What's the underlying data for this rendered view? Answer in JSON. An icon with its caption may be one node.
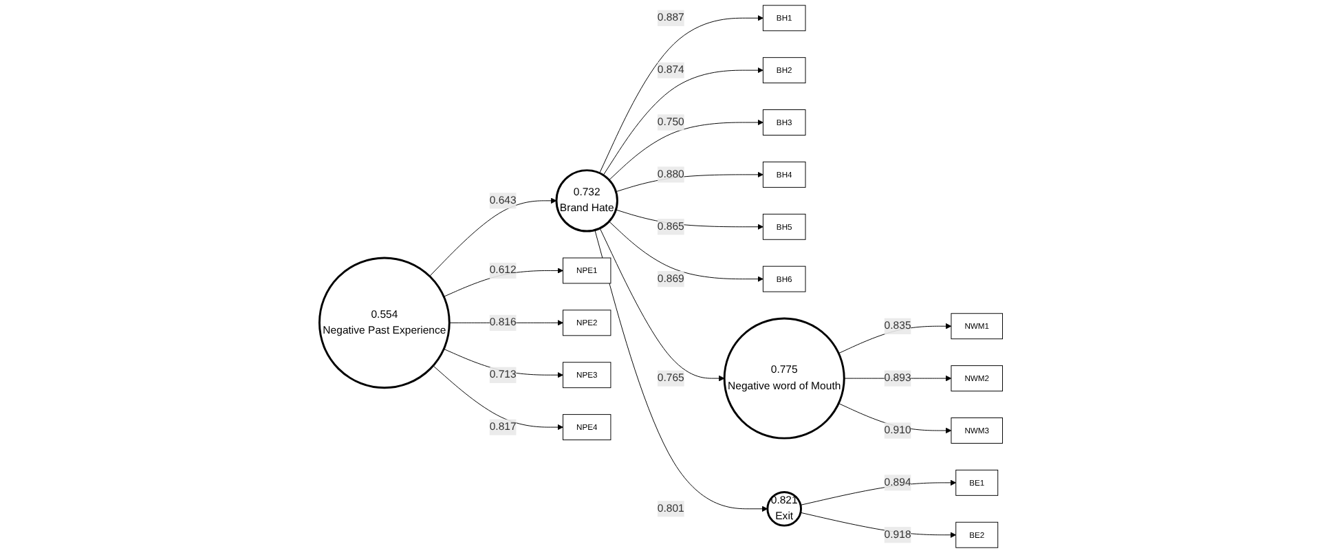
{
  "diagram": {
    "nodes": [
      {
        "text": [
          "BH1"
        ]
      },
      {
        "text": [
          "BH2"
        ]
      },
      {
        "text": [
          "BH3"
        ]
      },
      {
        "text": [
          "BH4"
        ]
      },
      {
        "text": [
          "BH5"
        ]
      },
      {
        "text": [
          "BH6"
        ]
      },
      {
        "text": [
          "NPE1"
        ]
      },
      {
        "text": [
          "NPE2"
        ]
      },
      {
        "text": [
          "NPE3"
        ]
      },
      {
        "text": [
          "NPE4"
        ]
      },
      {
        "text": [
          "0.554",
          "Negative Past Experience"
        ]
      },
      {
        "text": [
          "0.732",
          "Brand Hate"
        ]
      },
      {
        "text": [
          "0.775",
          "Negative word of Mouth"
        ]
      },
      {
        "text": [
          "NWM1"
        ]
      },
      {
        "text": [
          "NWM2"
        ]
      },
      {
        "text": [
          "NWM3"
        ]
      },
      {
        "text": [
          "0.821",
          "Exit"
        ]
      },
      {
        "text": [
          "BE1"
        ]
      },
      {
        "text": [
          "BE2"
        ]
      }
    ],
    "edges": [
      {
        "from": 10,
        "to": 6,
        "arrow": "to",
        "label": "0.612"
      },
      {
        "from": 10,
        "to": 7,
        "arrow": "to",
        "label": "0.816"
      },
      {
        "from": 10,
        "to": 8,
        "arrow": "to",
        "label": "0.713"
      },
      {
        "from": 10,
        "to": 9,
        "arrow": "to",
        "label": "0.817"
      },
      {
        "from": 10,
        "to": 11,
        "arrow": "to",
        "label": "0.643"
      },
      {
        "from": 11,
        "to": 0,
        "arrow": "to",
        "label": "0.887"
      },
      {
        "from": 11,
        "to": 1,
        "arrow": "to",
        "label": "0.874"
      },
      {
        "from": 11,
        "to": 2,
        "arrow": "to",
        "label": "0.750"
      },
      {
        "from": 11,
        "to": 3,
        "arrow": "to",
        "label": "0.880"
      },
      {
        "from": 11,
        "to": 4,
        "arrow": "to",
        "label": "0.865"
      },
      {
        "from": 11,
        "to": 5,
        "arrow": "to",
        "label": "0.869"
      },
      {
        "from": 11,
        "to": 12,
        "arrow": "to",
        "label": "0.765"
      },
      {
        "from": 11,
        "to": 16,
        "arrow": "to",
        "label": "0.801"
      },
      {
        "from": 12,
        "to": 13,
        "arrow": "to",
        "label": "0.835"
      },
      {
        "from": 12,
        "to": 14,
        "arrow": "to",
        "label": "0.893"
      },
      {
        "from": 12,
        "to": 15,
        "arrow": "to",
        "label": "0.910"
      },
      {
        "from": 16,
        "to": 17,
        "arrow": "to",
        "label": "0.894"
      },
      {
        "from": 16,
        "to": 18,
        "arrow": "to",
        "label": "0.918"
      }
    ]
  }
}
